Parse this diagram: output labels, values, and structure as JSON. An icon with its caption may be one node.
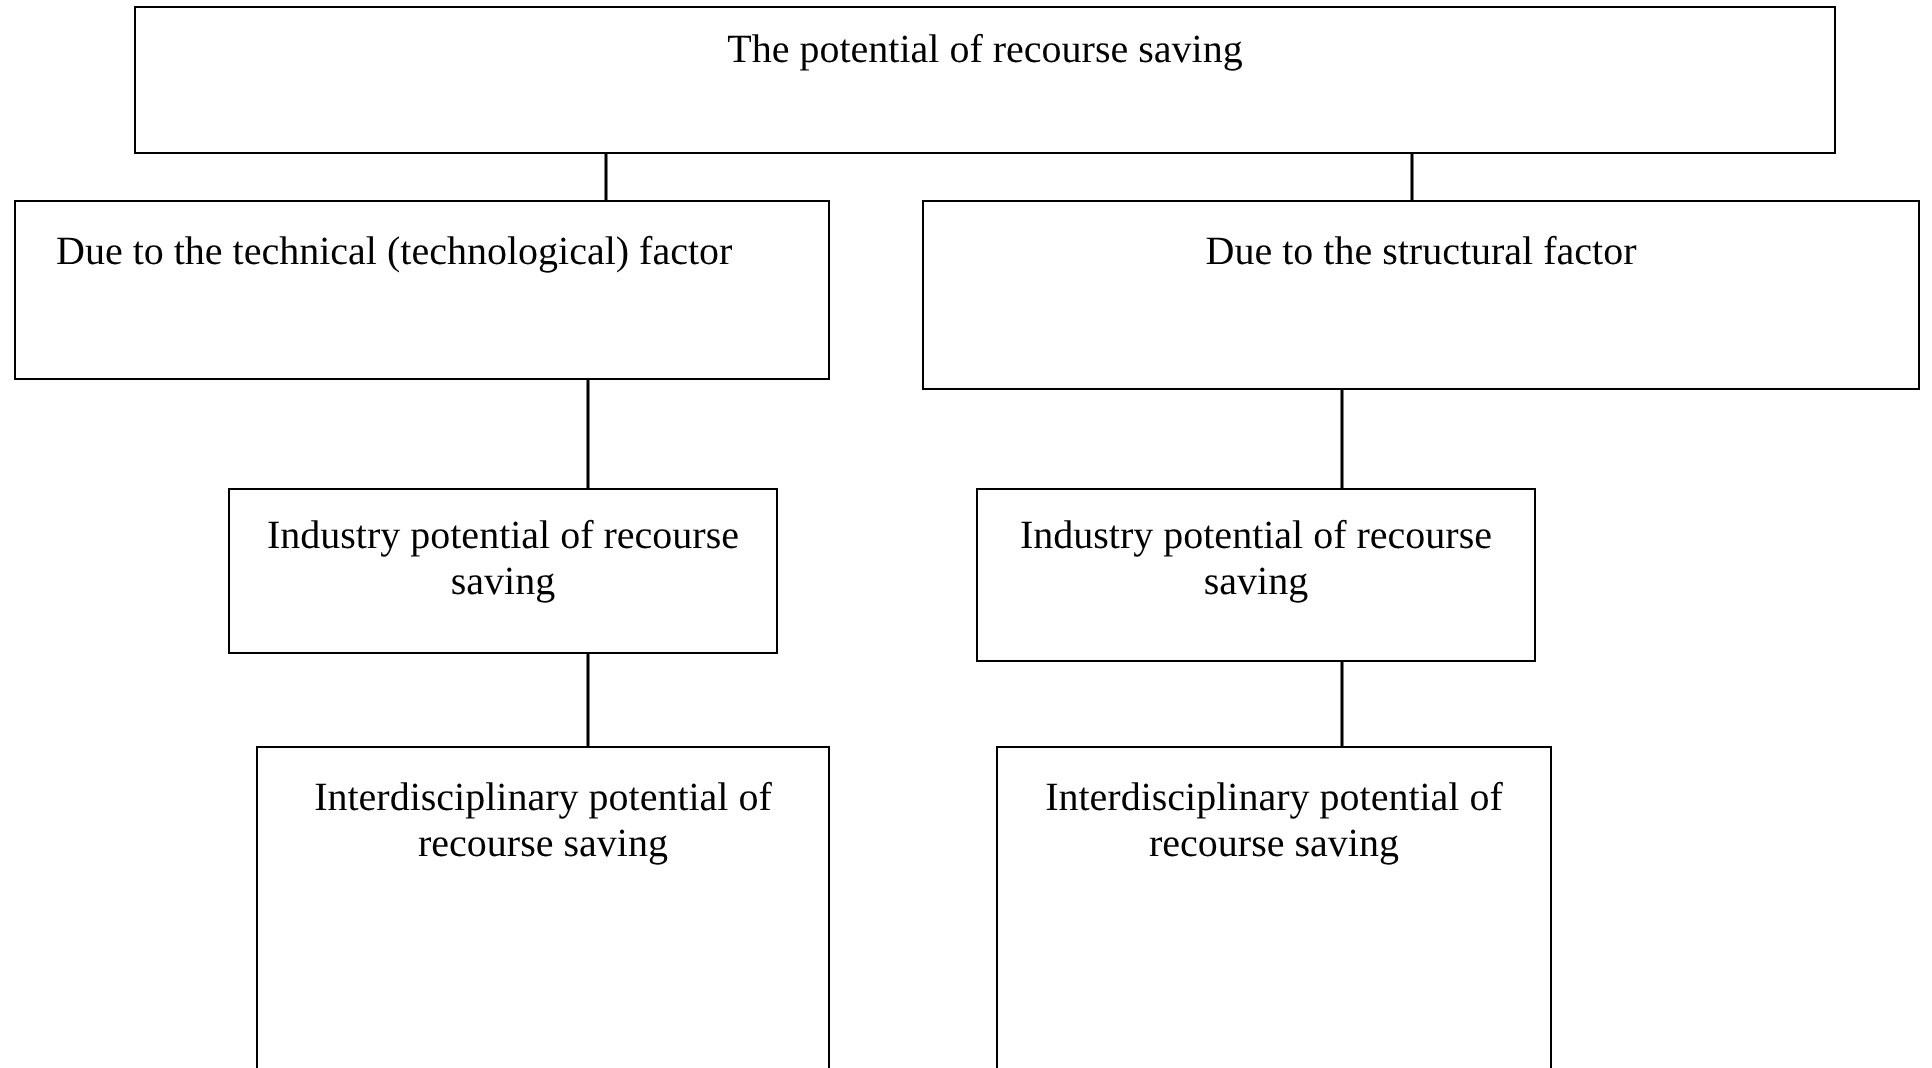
{
  "diagram": {
    "nodes": [
      {
        "text": [
          "The potential of recourse saving"
        ]
      },
      {
        "text": [
          "Due to the technical (technological) factor"
        ]
      },
      {
        "text": [
          "Due to the structural factor"
        ]
      },
      {
        "text": [
          "Industry potential of recourse saving"
        ]
      },
      {
        "text": [
          "Industry potential of recourse saving"
        ]
      },
      {
        "text": [
          "Interdisciplinary potential of recourse saving"
        ]
      },
      {
        "text": [
          "Interdisciplinary potential of recourse saving"
        ]
      }
    ],
    "edges": [
      {
        "from": 0,
        "to": 1,
        "arrow": "none"
      },
      {
        "from": 0,
        "to": 2,
        "arrow": "none"
      },
      {
        "from": 1,
        "to": 3,
        "arrow": "none"
      },
      {
        "from": 2,
        "to": 4,
        "arrow": "none"
      },
      {
        "from": 3,
        "to": 5,
        "arrow": "none"
      },
      {
        "from": 4,
        "to": 6,
        "arrow": "none"
      }
    ]
  }
}
